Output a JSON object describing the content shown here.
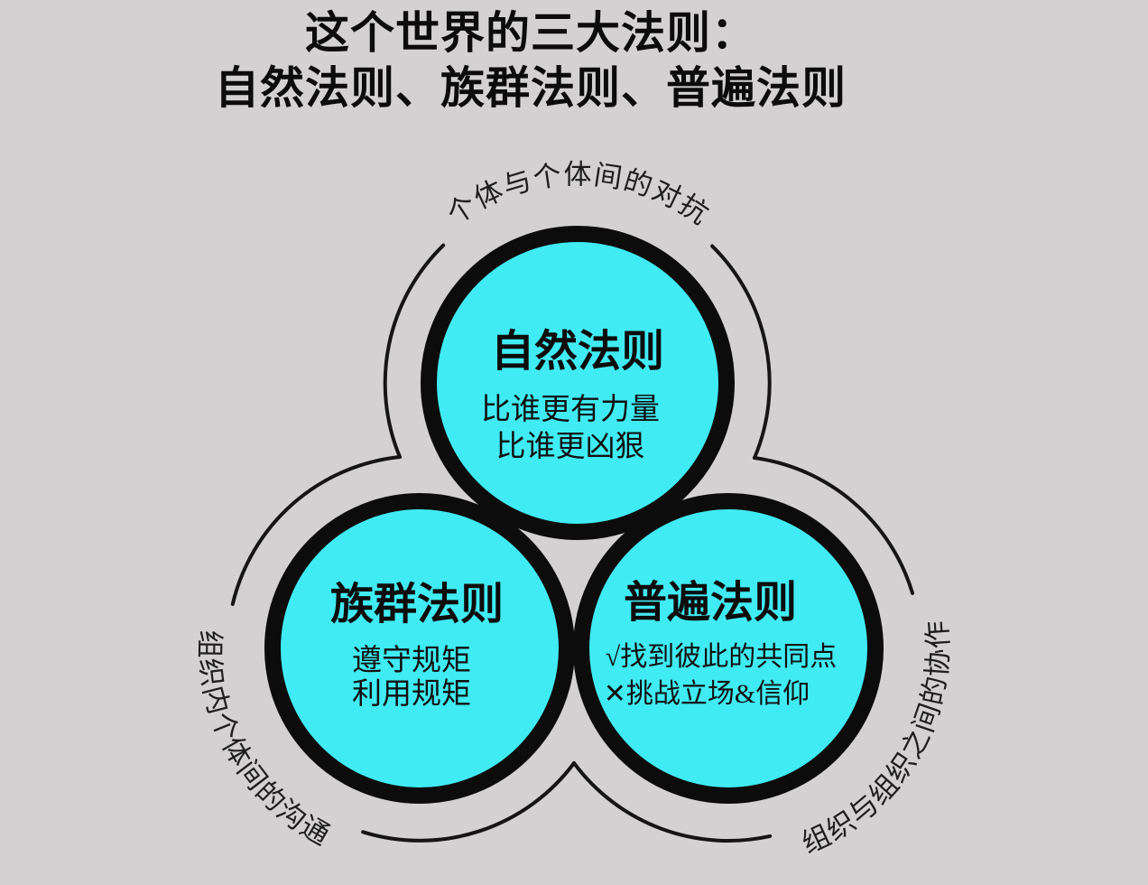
{
  "title": {
    "line1": "这个世界的三大法则：",
    "line2": "自然法则、族群法则、普遍法则"
  },
  "circles": {
    "natural": {
      "title": "自然法则",
      "lines": [
        "比谁更有力量",
        "比谁更凶狠"
      ]
    },
    "tribal": {
      "title": "族群法则",
      "lines": [
        "遵守规矩",
        "利用规矩"
      ]
    },
    "universal": {
      "title": "普遍法则",
      "lines": [
        "√找到彼此的共同点",
        "✕挑战立场&信仰"
      ]
    }
  },
  "arc_labels": {
    "top": "个体与个体间的对抗",
    "left": "组织内个体间的沟通",
    "right": "组织与组织之间的协作"
  },
  "colors": {
    "background": "#d3d1d2",
    "circle_fill": "#41ebf3",
    "line_color": "#0c0c0c"
  }
}
